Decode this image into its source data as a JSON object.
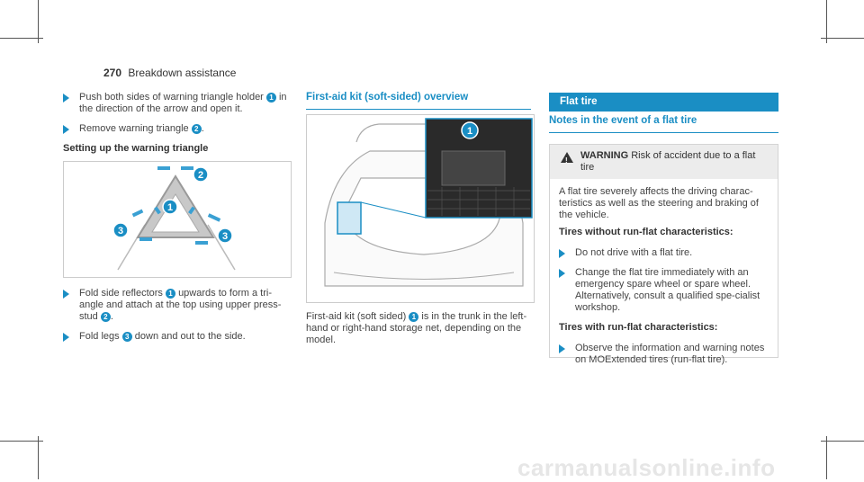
{
  "header": {
    "page_number": "270",
    "section": "Breakdown assistance"
  },
  "col1": {
    "step1_a": "Push both sides of warning triangle holder",
    "step1_num": "1",
    "step1_b": "in the direction of the arrow and open it.",
    "step2_a": "Remove warning triangle",
    "step2_num": "2",
    "step2_b": ".",
    "subheading": "Setting up the warning triangle",
    "fig_labels": [
      "1",
      "2",
      "3",
      "3"
    ],
    "step3_a": "Fold side reflectors",
    "step3_num1": "1",
    "step3_b": "upwards to form a tri-angle and attach at the top using upper press-stud",
    "step3_num2": "2",
    "step3_c": ".",
    "step4_a": "Fold legs",
    "step4_num": "3",
    "step4_b": "down and out to the side."
  },
  "col2": {
    "heading": "First-aid kit (soft-sided) overview",
    "fig_label": "1",
    "caption_a": "First-aid kit (soft sided)",
    "caption_num": "1",
    "caption_b": "is in the trunk in the left-hand or right-hand storage net, depending on the model."
  },
  "col3": {
    "banner": "Flat tire",
    "subheading": "Notes in the event of a flat tire",
    "warning_label": "WARNING",
    "warning_text": "Risk of accident due to a flat tire",
    "body": "A flat tire severely affects the driving charac-teristics as well as the steering and braking of the vehicle.",
    "no_runflat_heading": "Tires without run-flat characteristics:",
    "no_runflat_step1": "Do not drive with a flat tire.",
    "no_runflat_step2": "Change the flat tire immediately with an emergency spare wheel or spare wheel. Alternatively, consult a qualified spe-cialist workshop.",
    "runflat_heading": "Tires with run-flat characteristics:",
    "runflat_step1": "Observe the information and warning notes on MOExtended tires (run-flat tire)."
  },
  "watermark": "carmanualsonline.info",
  "colors": {
    "accent": "#1a8ec4",
    "warning_bg": "#ececec"
  }
}
